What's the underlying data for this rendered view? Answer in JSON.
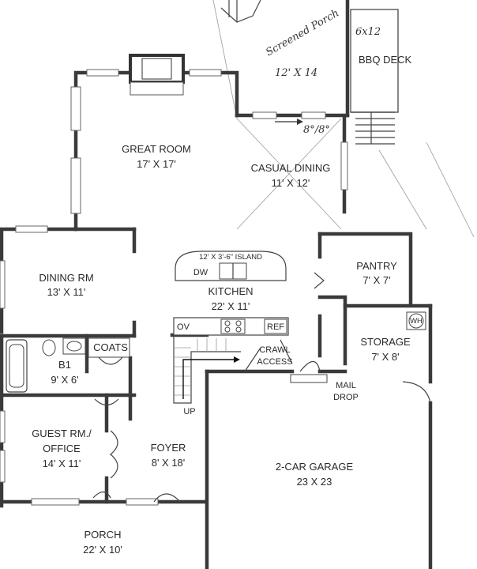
{
  "rooms": {
    "screened_porch": {
      "name": "Screened Porch",
      "size": "12' X 14"
    },
    "bbq_deck": {
      "name": "BBQ DECK",
      "note": "6x12"
    },
    "deck_door": "8°/8°",
    "great_room": {
      "name": "GREAT ROOM",
      "size": "17' X 17'"
    },
    "casual_dining": {
      "name": "CASUAL DINING",
      "size": "11' X 12'"
    },
    "island": "12' X 3'-6\" ISLAND",
    "dw": "DW",
    "dining_rm": {
      "name": "DINING RM",
      "size": "13' X 11'"
    },
    "kitchen": {
      "name": "KITCHEN",
      "size": "22' X 11'"
    },
    "pantry": {
      "name": "PANTRY",
      "size": "7' X 7'"
    },
    "ov": "OV",
    "ref": "REF",
    "wh": "WH",
    "storage": {
      "name": "STORAGE",
      "size": "7' X 8'"
    },
    "coats": "COATS",
    "b1": {
      "name": "B1",
      "size": "9' X 6'"
    },
    "crawl": {
      "line1": "CRAWL",
      "line2": "ACCESS"
    },
    "mail": {
      "line1": "MAIL",
      "line2": "DROP"
    },
    "up": "UP",
    "guest": {
      "line1": "GUEST RM./",
      "line2": "OFFICE",
      "size": "14' X 11'"
    },
    "foyer": {
      "name": "FOYER",
      "size": "8' X 18'"
    },
    "garage": {
      "name": "2-CAR GARAGE",
      "size": "23 X 23"
    },
    "porch": {
      "name": "PORCH",
      "size": "22' X 10'"
    }
  }
}
